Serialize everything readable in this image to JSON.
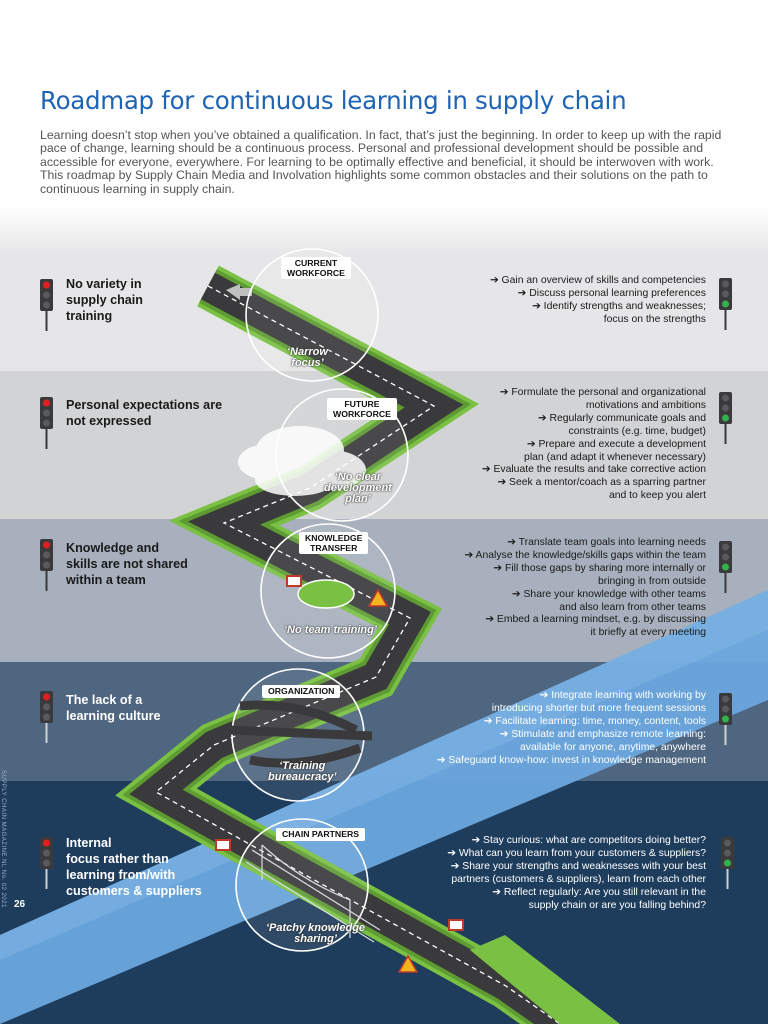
{
  "header": {
    "title": "Roadmap for continuous learning in supply chain",
    "intro": "Learning doesn’t stop when you’ve obtained a qualification. In fact, that’s just the beginning. In order to keep up with the rapid pace of change, learning should be a continuous process. Personal and professional development should be possible and accessible for everyone, everywhere. For learning to be optimally effective and beneficial, it should be interwoven with work. This roadmap by Supply Chain Media and Involvation highlights some common obstacles and their solutions on the path to continuous learning in supply chain."
  },
  "colors": {
    "title_blue": "#1e63b4",
    "band_1": "#e6e6e8",
    "band_2": "#d2d3d5",
    "band_3": "#a7b0bc",
    "band_4": "#4f6680",
    "band_5": "#1e3c5c",
    "diagonal_blue": "#6aa6dd",
    "road_green": "#79c043",
    "road_asphalt": "#3a3a3c",
    "light_red": "#e02020",
    "light_green": "#2fb34a"
  },
  "sections": [
    {
      "stage": "CURRENT\nWORKFORCE",
      "problem": "No variety in\nsupply chain\ntraining",
      "obstacle": "‘Narrow\nfocus’",
      "solutions": [
        "➔ Gain an overview of skills and competencies",
        "➔ Discuss personal learning preferences",
        "➔ Identify strengths and weaknesses;",
        "focus on the strengths"
      ]
    },
    {
      "stage": "FUTURE\nWORKFORCE",
      "problem": "Personal expectations are\nnot expressed",
      "obstacle": "‘No clear\ndevelopment\nplan’",
      "solutions": [
        "➔ Formulate the personal and organizational",
        "motivations and ambitions",
        "➔ Regularly communicate goals and",
        "constraints (e.g. time, budget)",
        "➔ Prepare and execute a development",
        "plan (and adapt it whenever necessary)",
        "➔ Evaluate the results and take corrective action",
        "➔ Seek a mentor/coach as a sparring partner",
        "and to keep you alert"
      ]
    },
    {
      "stage": "KNOWLEDGE\nTRANSFER",
      "problem": "Knowledge and\nskills are not shared\nwithin a team",
      "obstacle": "‘No team training’",
      "solutions": [
        "➔ Translate team goals into learning needs",
        "➔ Analyse the knowledge/skills gaps within the team",
        "➔ Fill those gaps by sharing more internally or",
        "bringing in from outside",
        "➔ Share your knowledge with other teams",
        "and also learn from other teams",
        "➔ Embed a learning mindset, e.g. by discussing",
        "it briefly at every meeting"
      ]
    },
    {
      "stage": "ORGANIZATION",
      "problem": "The lack of a\nlearning culture",
      "obstacle": "‘Training\nbureaucracy’",
      "solutions": [
        "➔ Integrate learning with working by",
        "introducing shorter but more frequent sessions",
        "➔ Facilitate learning: time, money, content, tools",
        "➔ Stimulate and emphasize remote learning:",
        "available for anyone, anytime, anywhere",
        "➔ Safeguard know-how: invest in knowledge management"
      ]
    },
    {
      "stage": "CHAIN PARTNERS",
      "problem": "Internal\nfocus rather than\nlearning from/with\ncustomers & suppliers",
      "obstacle": "‘Patchy knowledge\nsharing’",
      "solutions": [
        "➔ Stay curious: what are competitors doing better?",
        "➔ What can you learn from your customers & suppliers?",
        "➔ Share your strengths and weaknesses with your best",
        "partners (customers & suppliers), learn from each other",
        "➔ Reflect regularly: Are you still relevant in the",
        "supply chain or are you falling behind?"
      ]
    }
  ],
  "footer": {
    "page_number": "26",
    "sidebar": "SUPPLY CHAIN MAGAZINE NL No. 02 2021"
  }
}
